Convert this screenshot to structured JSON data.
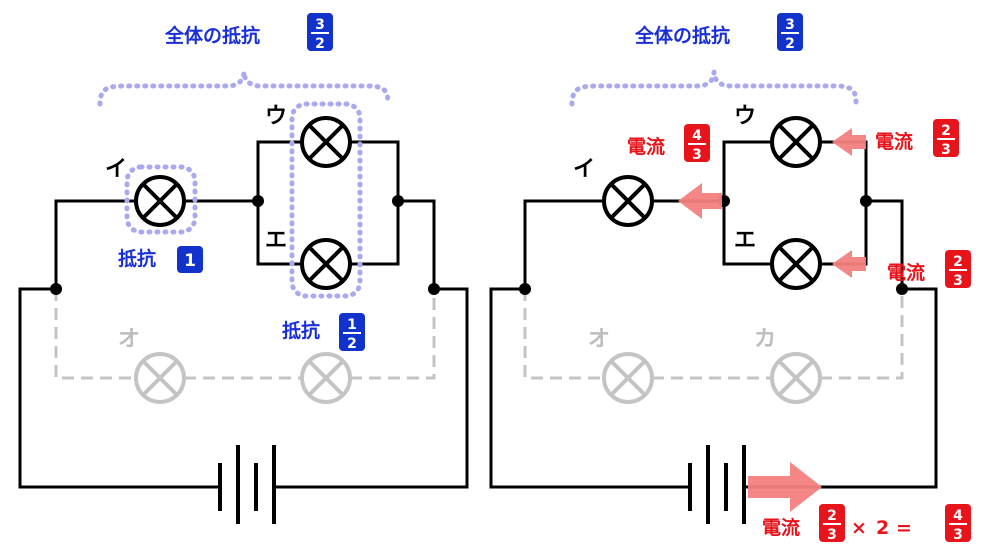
{
  "colors": {
    "wire": "#000000",
    "faded": "#c4c4c4",
    "blue_text": "#1a2fd6",
    "blue_badge": "#1133cc",
    "dotted_group": "#a9a9f0",
    "red_text": "#e8141c",
    "red_badge": "#e8141c",
    "current_arrow": "#f48080"
  },
  "left": {
    "total_resistance": {
      "label": "全体の抵抗",
      "num": "3",
      "den": "2"
    },
    "bulb_i": {
      "label": "イ"
    },
    "bulb_u": {
      "label": "ウ"
    },
    "bulb_e": {
      "label": "エ"
    },
    "bulb_o": {
      "label": "オ"
    },
    "resistance_i": {
      "label": "抵抗",
      "value": "1"
    },
    "resistance_ue": {
      "label": "抵抗",
      "num": "1",
      "den": "2"
    }
  },
  "right": {
    "total_resistance": {
      "label": "全体の抵抗",
      "num": "3",
      "den": "2"
    },
    "bulb_i": {
      "label": "イ"
    },
    "bulb_u": {
      "label": "ウ"
    },
    "bulb_e": {
      "label": "エ"
    },
    "bulb_o": {
      "label": "オ"
    },
    "bulb_ka": {
      "label": "カ"
    },
    "current_i": {
      "label": "電流",
      "num": "4",
      "den": "3"
    },
    "current_u": {
      "label": "電流",
      "num": "2",
      "den": "3"
    },
    "current_e": {
      "label": "電流",
      "num": "2",
      "den": "3"
    },
    "current_total": {
      "label": "電流",
      "num": "2",
      "den": "3",
      "times": "×",
      "factor": "2",
      "equals": "=",
      "result_num": "4",
      "result_den": "3"
    }
  }
}
